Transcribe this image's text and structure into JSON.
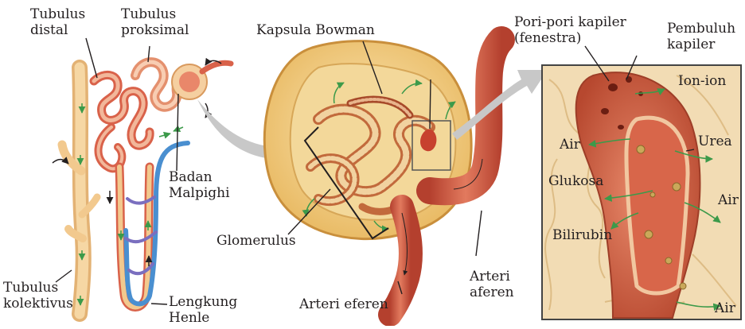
{
  "title": "",
  "panels": {
    "nephron": {
      "labels": {
        "distal": "Tubulus\ndistal",
        "proximal": "Tubulus\nproksimal",
        "malpighi": "Badan\nMalpighi",
        "collecting": "Tubulus\nkolektivus",
        "henle": "Lengkung\nHenle"
      }
    },
    "bowman": {
      "labels": {
        "capsule": "Kapsula Bowman",
        "glomerulus": "Glomerulus",
        "efferent": "Arteri eferen",
        "afferent": "Arteri\naferen"
      }
    },
    "capillary": {
      "labels": {
        "pores": "Pori-pori kapiler\n(fenestra)",
        "vessel": "Pembuluh\nkapiler",
        "ions": "Ion-ion",
        "water_left": "Air",
        "urea": "Urea",
        "glucose": "Glukosa",
        "water_right": "Air",
        "bilirubin": "Bilirubin",
        "water_bottom": "Air"
      }
    }
  },
  "colors": {
    "tubule": "#f2c98e",
    "artery": "#d9624a",
    "vein": "#4a8fd0",
    "capsule": "#f5d48c",
    "arrow_green": "#3c9a4a",
    "callout_grey": "#c8c8c8"
  }
}
